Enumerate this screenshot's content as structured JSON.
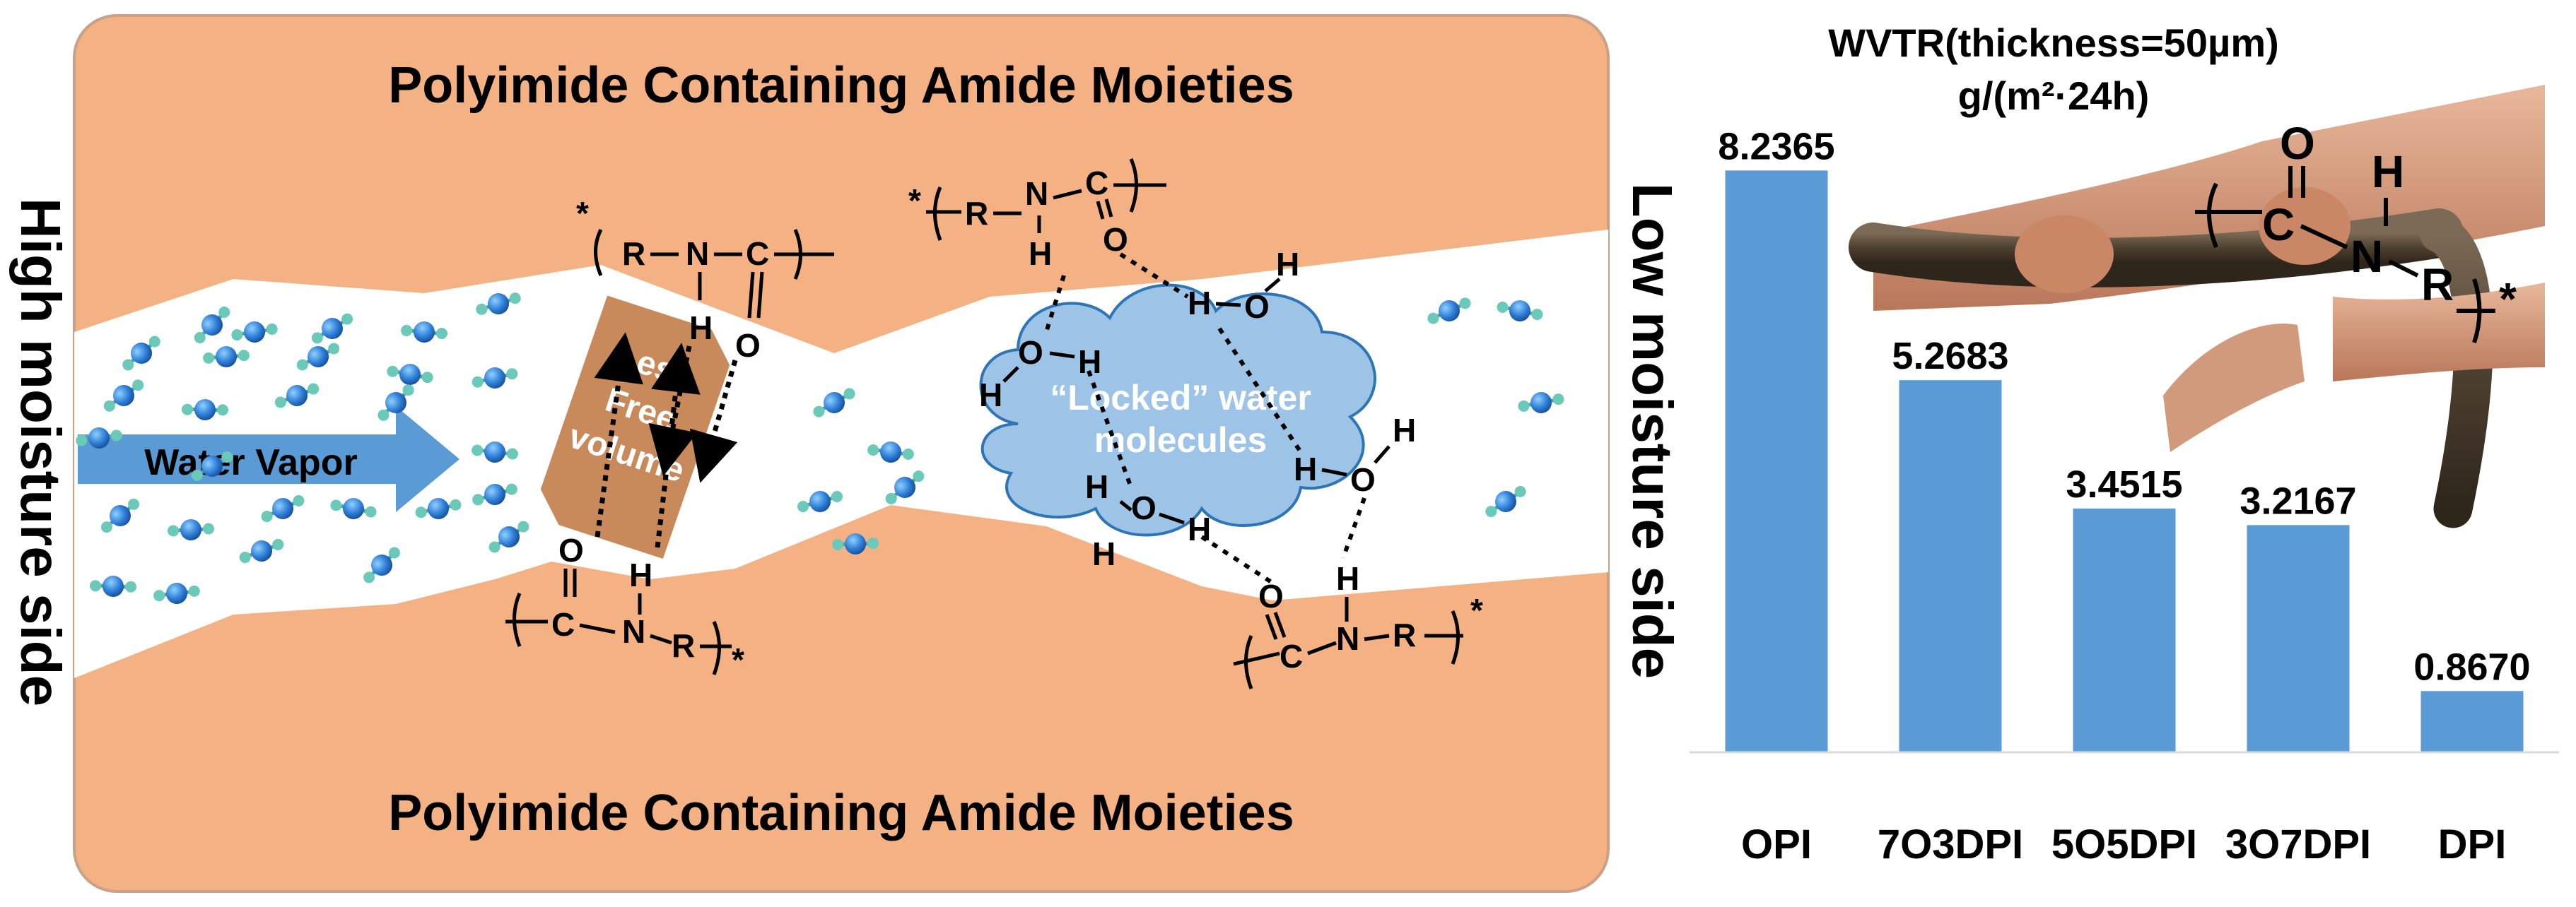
{
  "diagram": {
    "top_title": "Polyimide Containing Amide Moieties",
    "bottom_title": "Polyimide Containing Amide Moieties",
    "high_side_label": "High moisture side",
    "low_side_label": "Low moisture side",
    "water_vapor_label": "Water Vapor",
    "free_volume_label": [
      "Less",
      "Free",
      "volume"
    ],
    "cloud_label": [
      "“Locked” water",
      "molecules"
    ],
    "colors": {
      "polymer": "#f4b183",
      "panel_border": "#c9a088",
      "arrow": "#5b9bd5",
      "free_volume_box": "#c98a5b",
      "cloud": "#9dc3e6"
    }
  },
  "chart_title": [
    "WVTR(thickness=50µm)",
    "g/(m²·24h)"
  ],
  "chart_data": {
    "type": "bar",
    "title": "WVTR(thickness=50µm) g/(m²·24h)",
    "categories": [
      "OPI",
      "7O3DPI",
      "5O5DPI",
      "3O7DPI",
      "DPI"
    ],
    "values": [
      8.2365,
      5.2683,
      3.4515,
      3.2167,
      0.867
    ],
    "value_labels": [
      "8.2365",
      "5.2683",
      "3.4515",
      "3.2167",
      "0.8670"
    ],
    "ylim": [
      0,
      9
    ],
    "bar_color": "#5b9bd5",
    "grid": false
  },
  "photo": {
    "icon": "hands-pulling-rope-photo"
  },
  "chem": {
    "star": "*",
    "R": "R",
    "N": "N",
    "C": "C",
    "O": "O",
    "H": "H"
  }
}
